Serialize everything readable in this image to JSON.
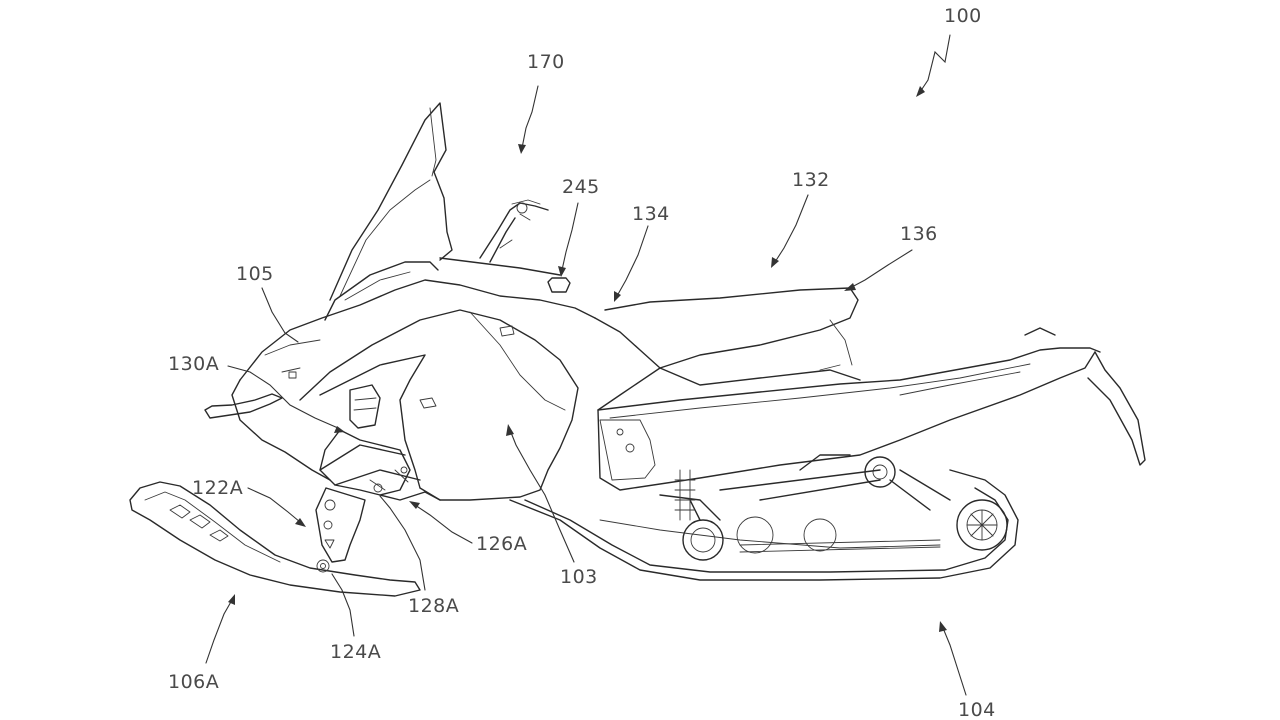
{
  "figure": {
    "labels": {
      "l100": "100",
      "l170": "170",
      "l245": "245",
      "l134": "134",
      "l132": "132",
      "l136": "136",
      "l105": "105",
      "l130A": "130A",
      "l122A": "122A",
      "l126A": "126A",
      "l103": "103",
      "l128A": "128A",
      "l124A": "124A",
      "l106A": "106A",
      "l104": "104"
    }
  }
}
